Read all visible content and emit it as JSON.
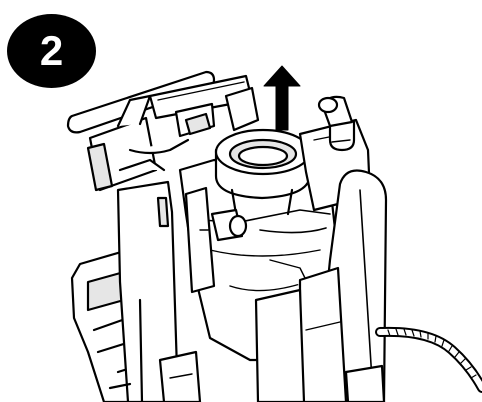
{
  "step": {
    "number": "2"
  },
  "illustration": {
    "subject": "machine-assembly-line-drawing",
    "arrow_direction": "up",
    "colors": {
      "line": "#000000",
      "fill": "#ffffff",
      "shade": "#e6e6e6",
      "badge": "#000000",
      "badge_text": "#ffffff"
    }
  }
}
